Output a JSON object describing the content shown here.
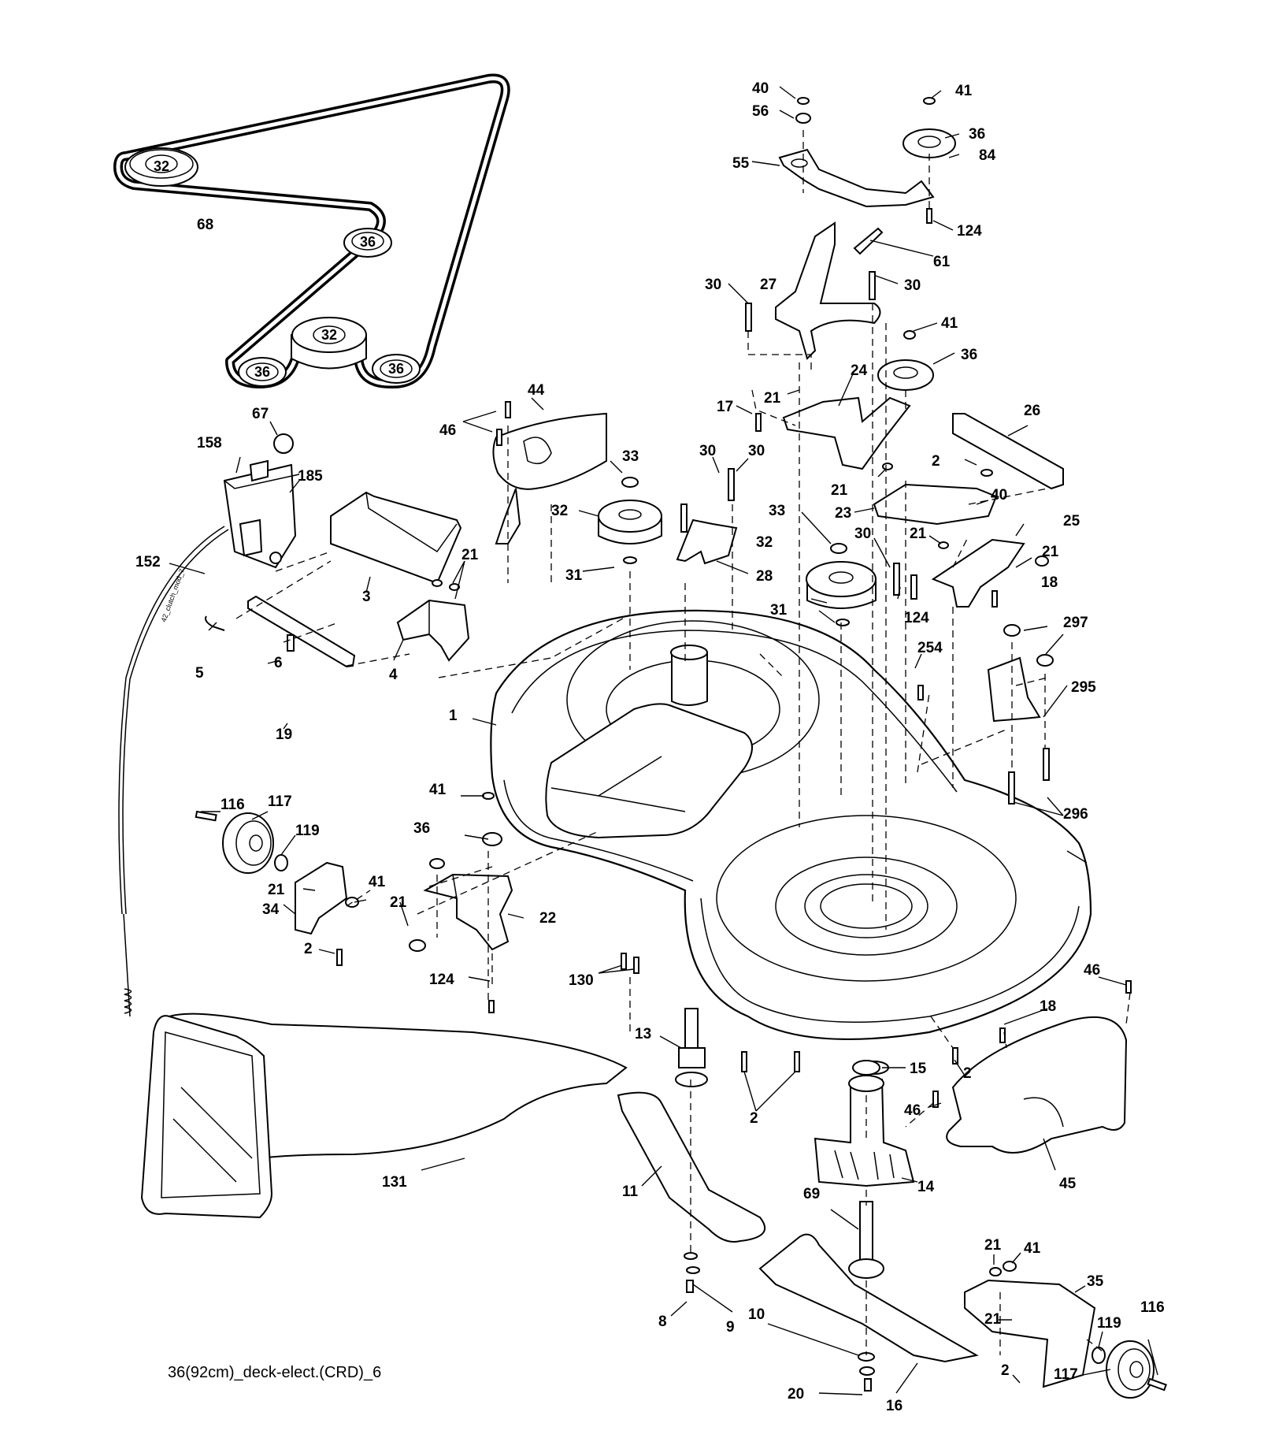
{
  "caption": "36(92cm)_deck-elect.(CRD)_6",
  "cable_text": "42_clutch_mod_7",
  "belt_labels": {
    "p32a": "32",
    "p36a": "36",
    "p32b": "32",
    "p36b": "36",
    "p36c": "36"
  },
  "labels": {
    "l40a": "40",
    "l41a": "41",
    "l56": "56",
    "l36a": "36",
    "l55": "55",
    "l84": "84",
    "l124a": "124",
    "l61": "61",
    "l30a": "30",
    "l27": "27",
    "l30b": "30",
    "l41b": "41",
    "l36b": "36",
    "l24": "24",
    "l26": "26",
    "l17": "17",
    "l21a": "21",
    "l44": "44",
    "l46a": "46",
    "l67": "67",
    "l68": "68",
    "l158": "158",
    "l185": "185",
    "l33a": "33",
    "l30c": "30",
    "l30d": "30",
    "l2a": "2",
    "l40b": "40",
    "l21b": "21",
    "l23": "23",
    "l32a": "32",
    "l33b": "33",
    "l30e": "30",
    "l21c": "21",
    "l25": "25",
    "l21d": "21",
    "l152": "152",
    "l3": "3",
    "l21e": "21",
    "l31a": "31",
    "l28": "28",
    "l32b": "32",
    "l18a": "18",
    "l124b": "124",
    "l31b": "31",
    "l297": "297",
    "l5": "5",
    "l6": "6",
    "l4": "4",
    "l254": "254",
    "l295": "295",
    "l19": "19",
    "l1": "1",
    "l41c": "41",
    "l116a": "116",
    "l117a": "117",
    "l296": "296",
    "l119a": "119",
    "l36c": "36",
    "l21f": "21",
    "l41d": "41",
    "l34": "34",
    "l21g": "21",
    "l22": "22",
    "l2b": "2",
    "l124c": "124",
    "l130": "130",
    "l46b": "46",
    "l18b": "18",
    "l13": "13",
    "l15": "15",
    "l2c": "2",
    "l46c": "46",
    "l2d": "2",
    "l131": "131",
    "l14": "14",
    "l45": "45",
    "l11": "11",
    "l69": "69",
    "l21h": "21",
    "l41e": "41",
    "l35": "35",
    "l21i": "21",
    "l119b": "119",
    "l116b": "116",
    "l8": "8",
    "l9": "9",
    "l10": "10",
    "l2e": "2",
    "l117b": "117",
    "l20": "20",
    "l16": "16"
  }
}
